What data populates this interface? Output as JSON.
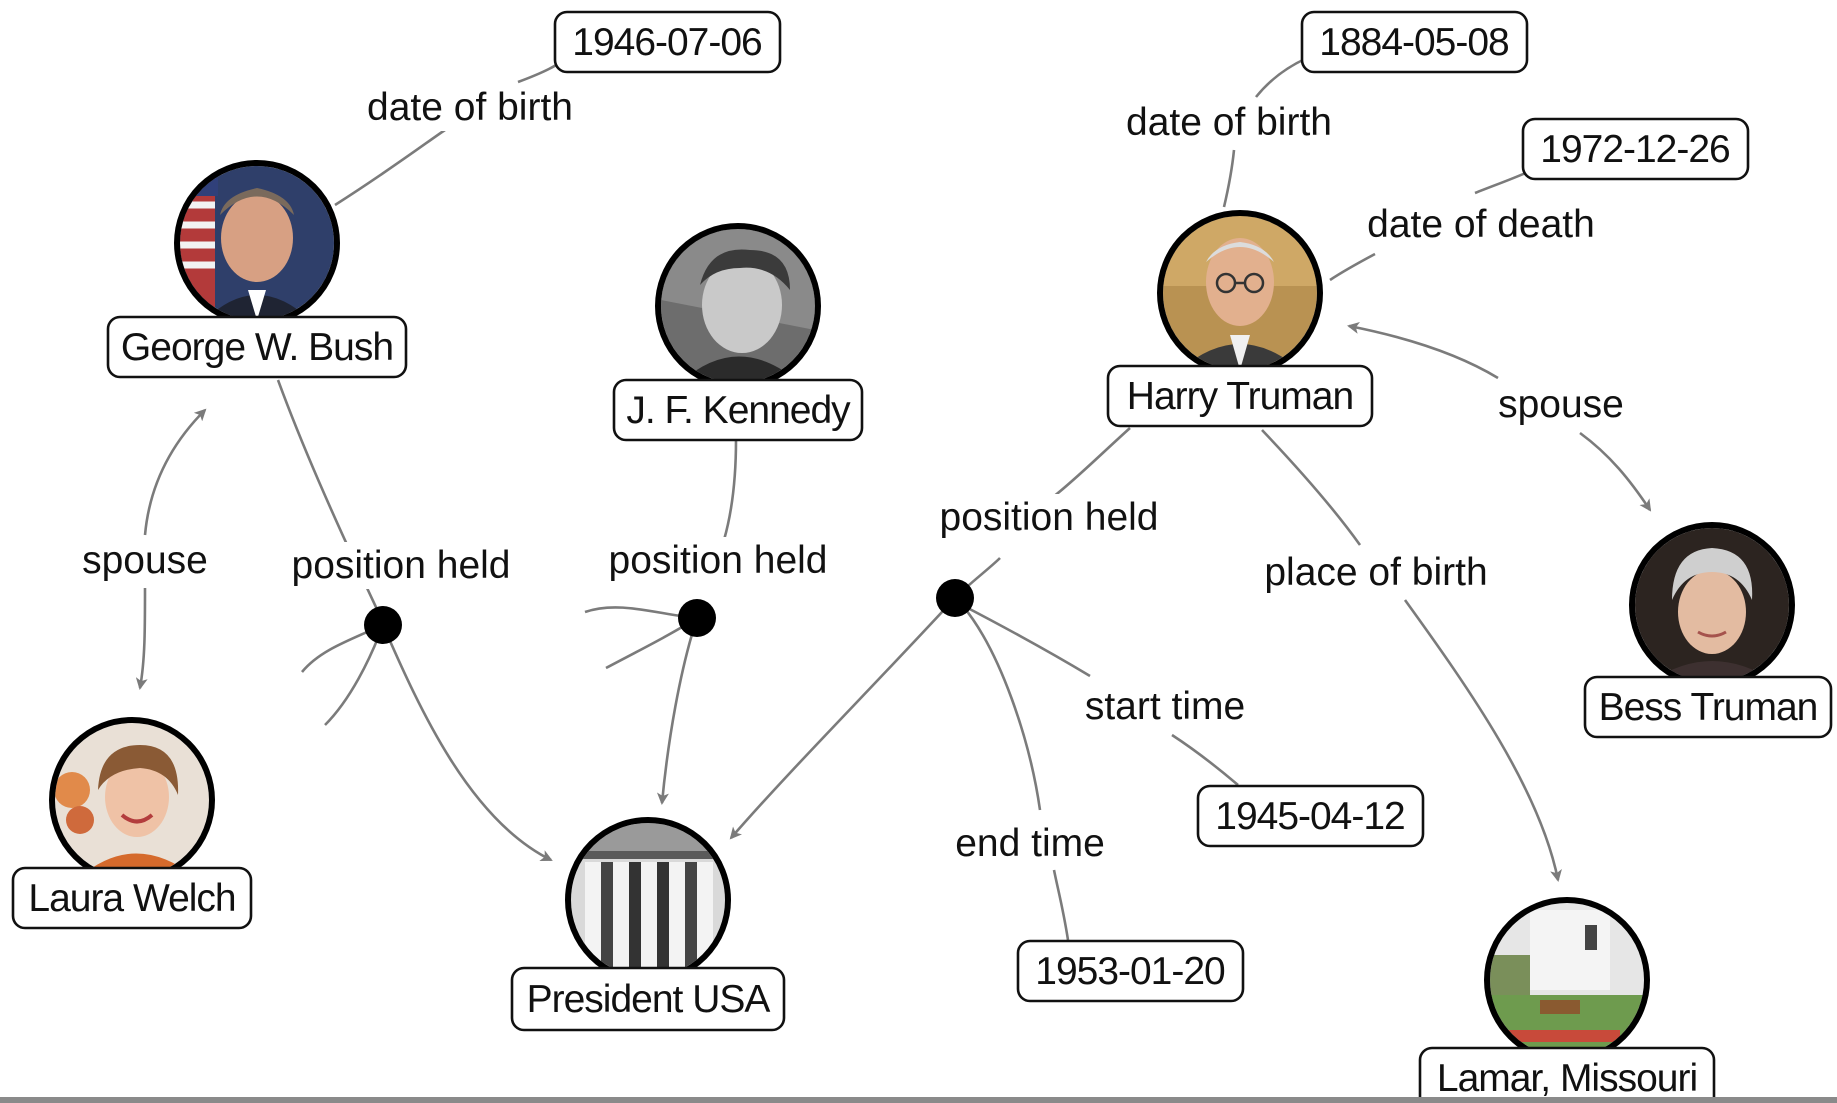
{
  "colors": {
    "edge": "#7b7b7b",
    "node_border": "#111111",
    "ring": "#000000",
    "hub": "#000000",
    "background": "#ffffff"
  },
  "entities": [
    {
      "id": "bush",
      "name": "George W. Bush",
      "icon": "bush-portrait"
    },
    {
      "id": "kennedy",
      "name": "J. F. Kennedy",
      "icon": "kennedy-portrait"
    },
    {
      "id": "truman",
      "name": "Harry Truman",
      "icon": "truman-portrait"
    },
    {
      "id": "laura",
      "name": "Laura Welch",
      "icon": "laura-portrait"
    },
    {
      "id": "bess",
      "name": "Bess Truman",
      "icon": "bess-portrait"
    },
    {
      "id": "president",
      "name": "President USA",
      "icon": "columns-building"
    },
    {
      "id": "lamar",
      "name": "Lamar, Missouri",
      "icon": "house-photo"
    }
  ],
  "values": [
    {
      "id": "bush_dob",
      "text": "1946-07-06"
    },
    {
      "id": "truman_dob",
      "text": "1884-05-08"
    },
    {
      "id": "truman_dod",
      "text": "1972-12-26"
    },
    {
      "id": "truman_start",
      "text": "1945-04-12"
    },
    {
      "id": "truman_end",
      "text": "1953-01-20"
    }
  ],
  "relations": [
    {
      "id": "bush_dob_rel",
      "text": "date of birth"
    },
    {
      "id": "bush_spouse_rel",
      "text": "spouse"
    },
    {
      "id": "bush_pos_rel",
      "text": "position held"
    },
    {
      "id": "kennedy_pos_rel",
      "text": "position held"
    },
    {
      "id": "truman_dob_rel",
      "text": "date of birth"
    },
    {
      "id": "truman_dod_rel",
      "text": "date of death"
    },
    {
      "id": "truman_spouse_rel",
      "text": "spouse"
    },
    {
      "id": "truman_pos_rel",
      "text": "position held"
    },
    {
      "id": "truman_pob_rel",
      "text": "place of birth"
    },
    {
      "id": "start_rel",
      "text": "start time"
    },
    {
      "id": "end_rel",
      "text": "end time"
    }
  ]
}
